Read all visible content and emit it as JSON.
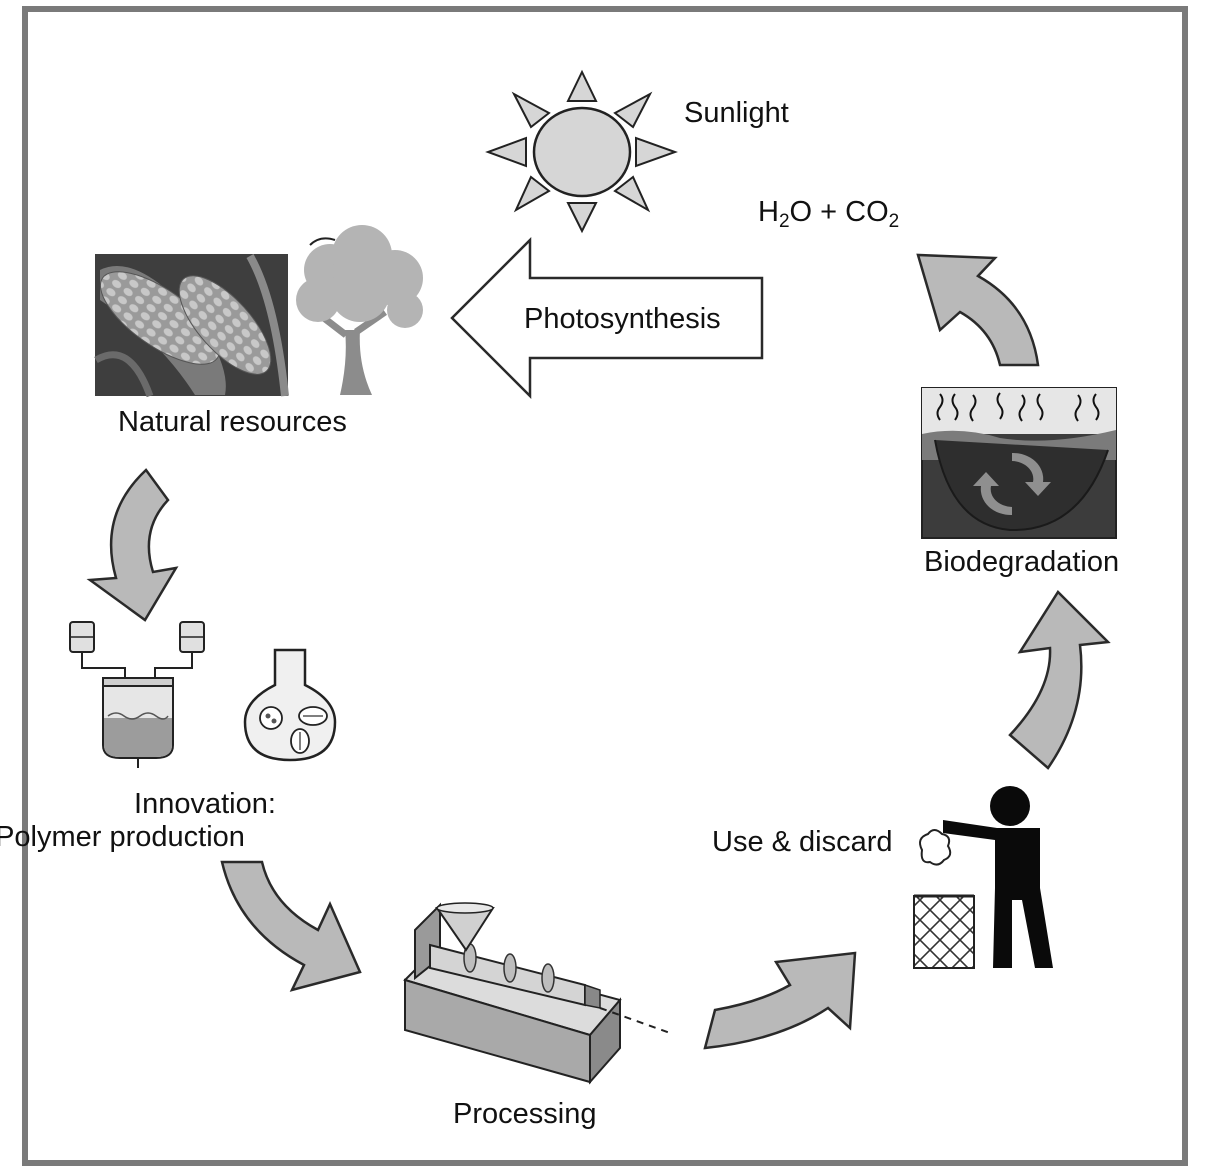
{
  "diagram": {
    "labels": {
      "sunlight": "Sunlight",
      "formula": {
        "h": "H",
        "h_sub": "2",
        "o_plus_c": "O + CO",
        "c_sub": "2"
      },
      "photosynthesis": "Photosynthesis",
      "natural_resources": "Natural resources",
      "innovation_line1": "Innovation:",
      "innovation_line2": "Polymer production",
      "processing": "Processing",
      "use_discard": "Use & discard",
      "biodegradation": "Biodegradation"
    },
    "colors": {
      "arrow_fill": "#b9b9b9",
      "arrow_stroke": "#2a2a2a",
      "frame": "#7a7a7a",
      "sun_fill": "#d6d6d6",
      "tree_foliage": "#b4b4b4",
      "soil_dark": "#3c3c3c",
      "figure": "#0a0a0a"
    }
  }
}
